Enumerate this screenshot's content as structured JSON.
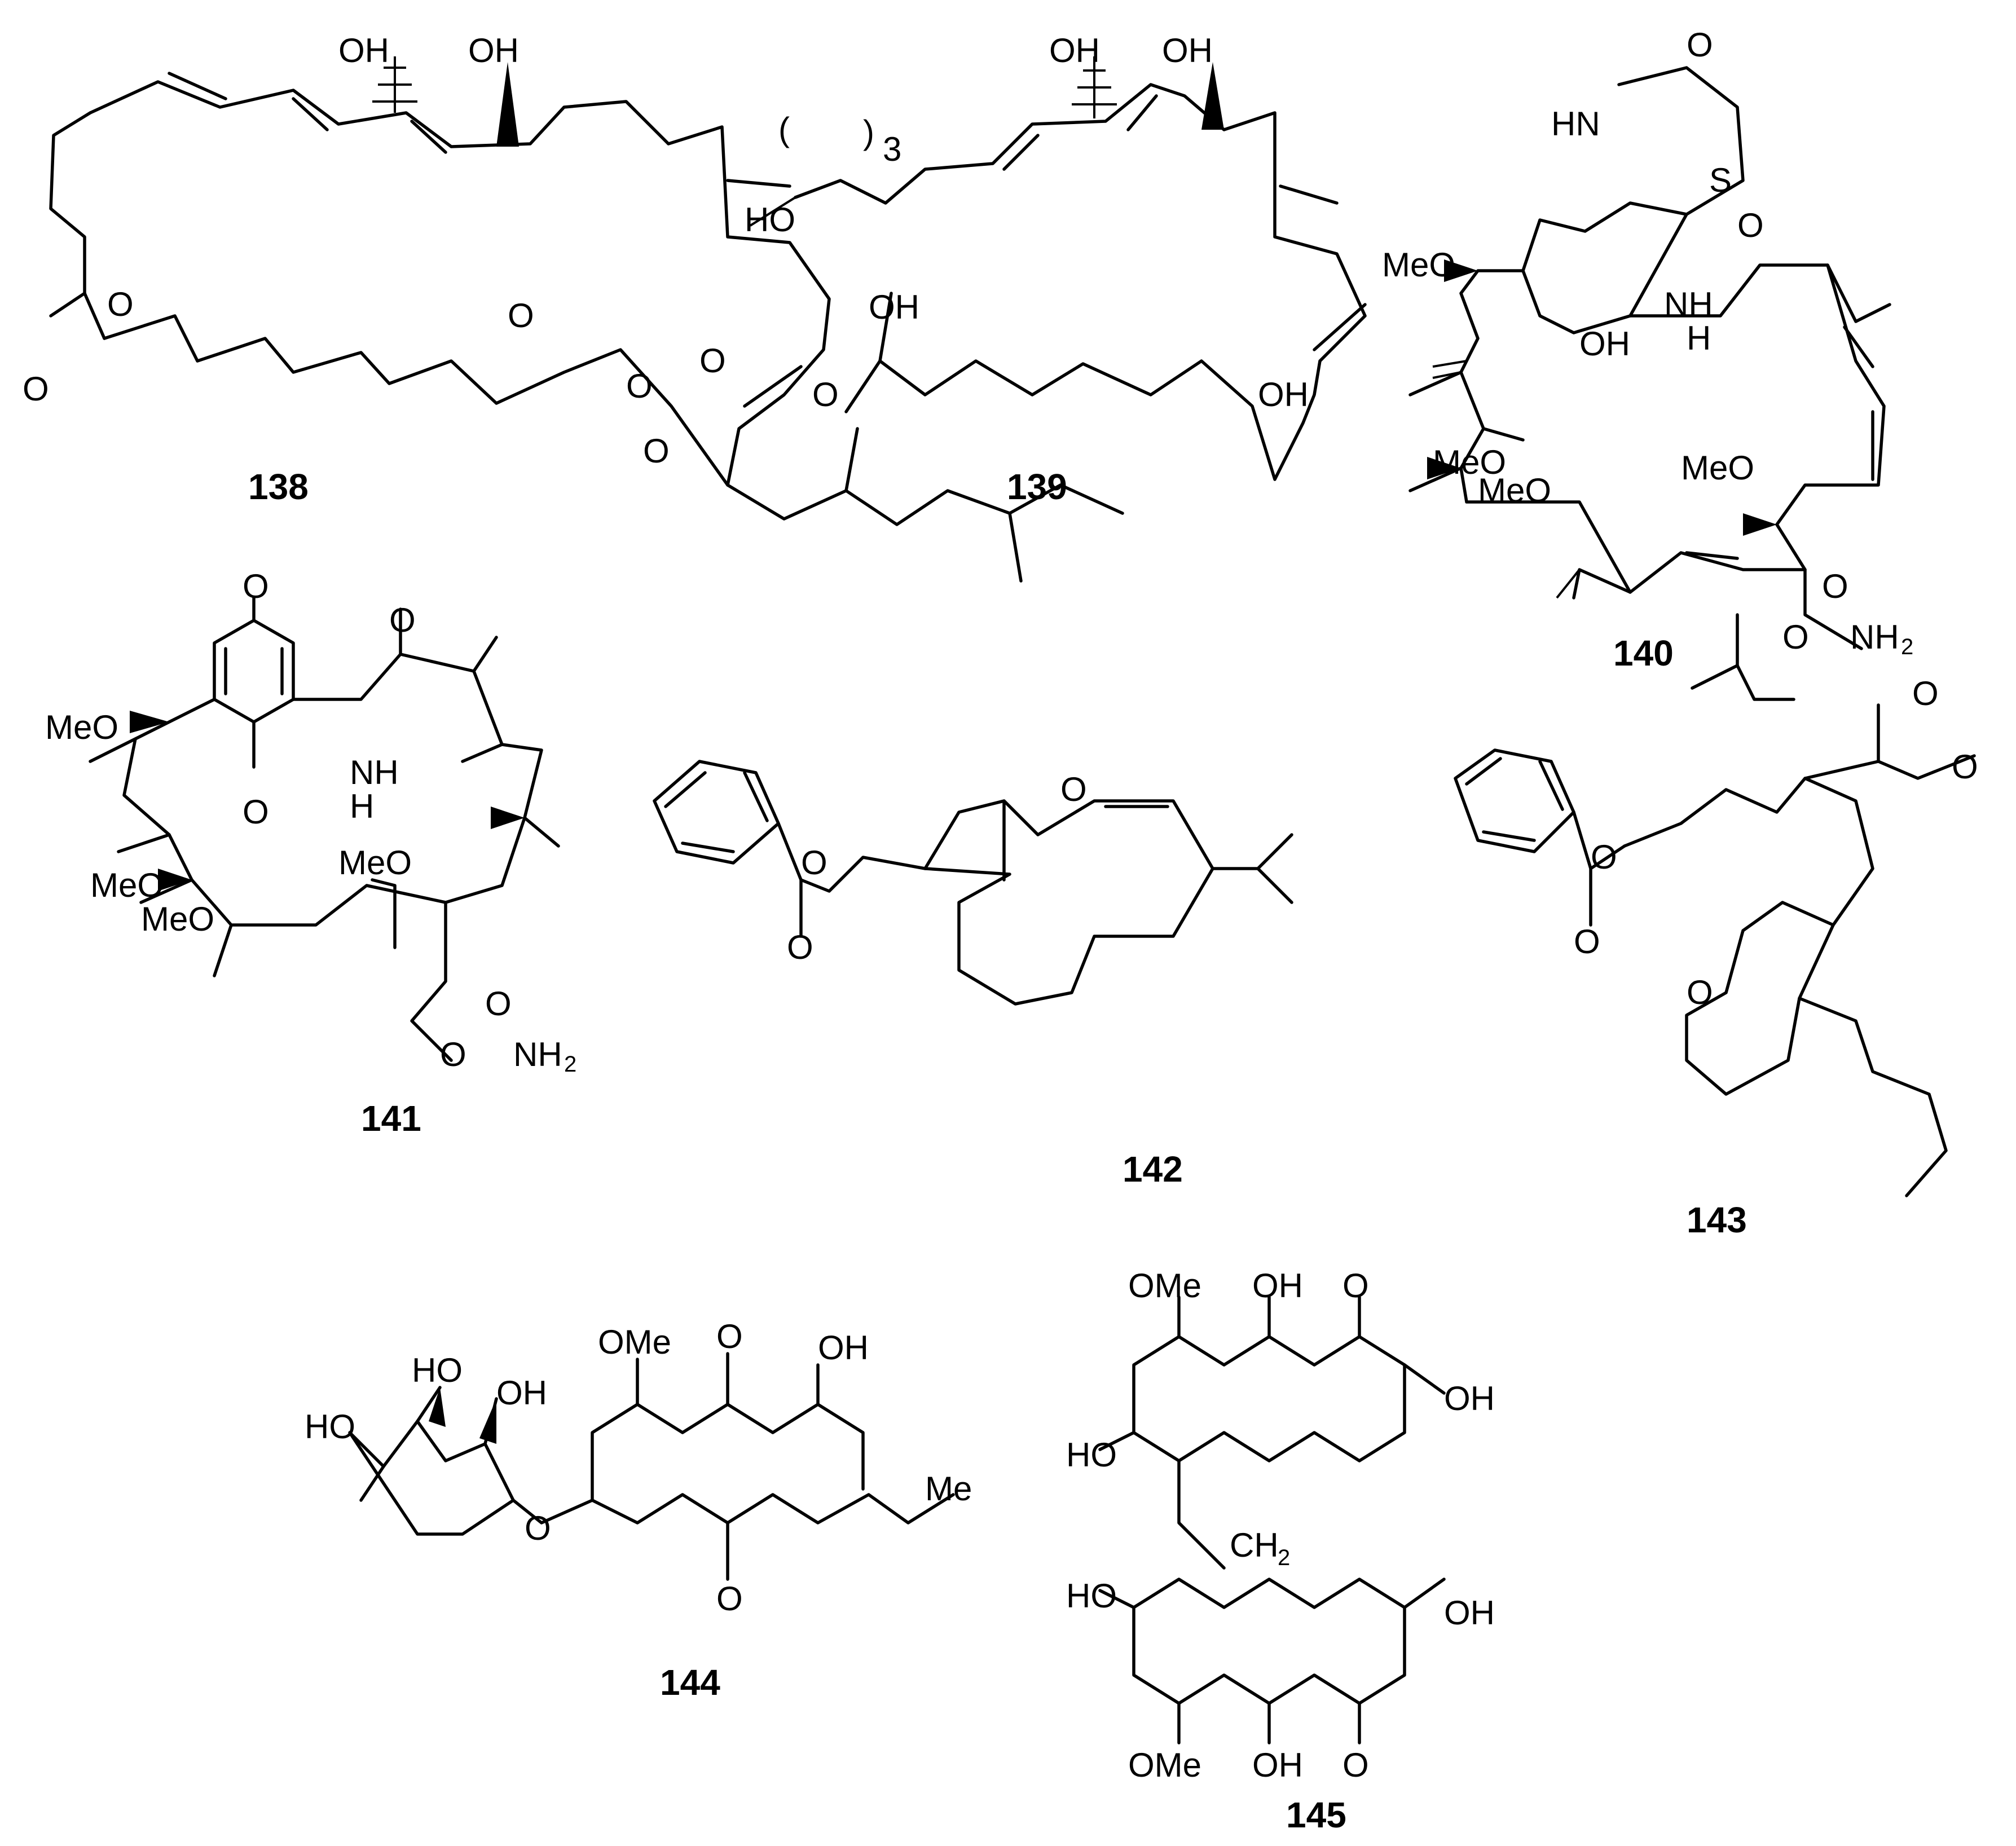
{
  "compounds": [
    {
      "id": "138"
    },
    {
      "id": "139"
    },
    {
      "id": "140"
    },
    {
      "id": "141"
    },
    {
      "id": "142"
    },
    {
      "id": "143"
    },
    {
      "id": "144"
    },
    {
      "id": "145"
    }
  ],
  "atoms": {
    "oh": "OH",
    "ho": "HO",
    "o": "O",
    "meo": "MeO",
    "ome": "OMe",
    "me": "Me",
    "nh": "NH",
    "hn": "HN",
    "n": "N",
    "h": "H",
    "s": "S",
    "nh2_base": "NH",
    "nh2_sub": "2",
    "ch2_base": "CH",
    "ch2_sub": "2",
    "paren_open": "(",
    "paren_close": ")",
    "repeat": "3"
  }
}
